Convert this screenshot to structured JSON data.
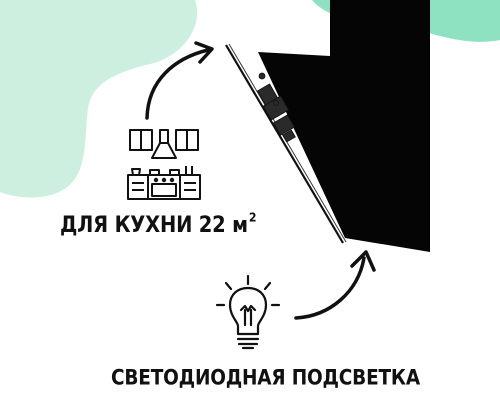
{
  "colors": {
    "mint_blob": "#ccefdf",
    "mint_accent": "#8fe2c1",
    "hood_body": "#050505",
    "hood_hardware": "#2a2a2a",
    "icon_stroke": "#111111",
    "text": "#111111"
  },
  "features": {
    "kitchen": {
      "icon": "kitchen-icon",
      "text": "ДЛЯ КУХНИ 22 м",
      "superscript": "2"
    },
    "lighting": {
      "icon": "lightbulb-icon",
      "text": "СВЕТОДИОДНАЯ ПОДСВЕТКА"
    }
  },
  "arrows": [
    "curved-arrow-icon",
    "curved-arrow-icon"
  ]
}
